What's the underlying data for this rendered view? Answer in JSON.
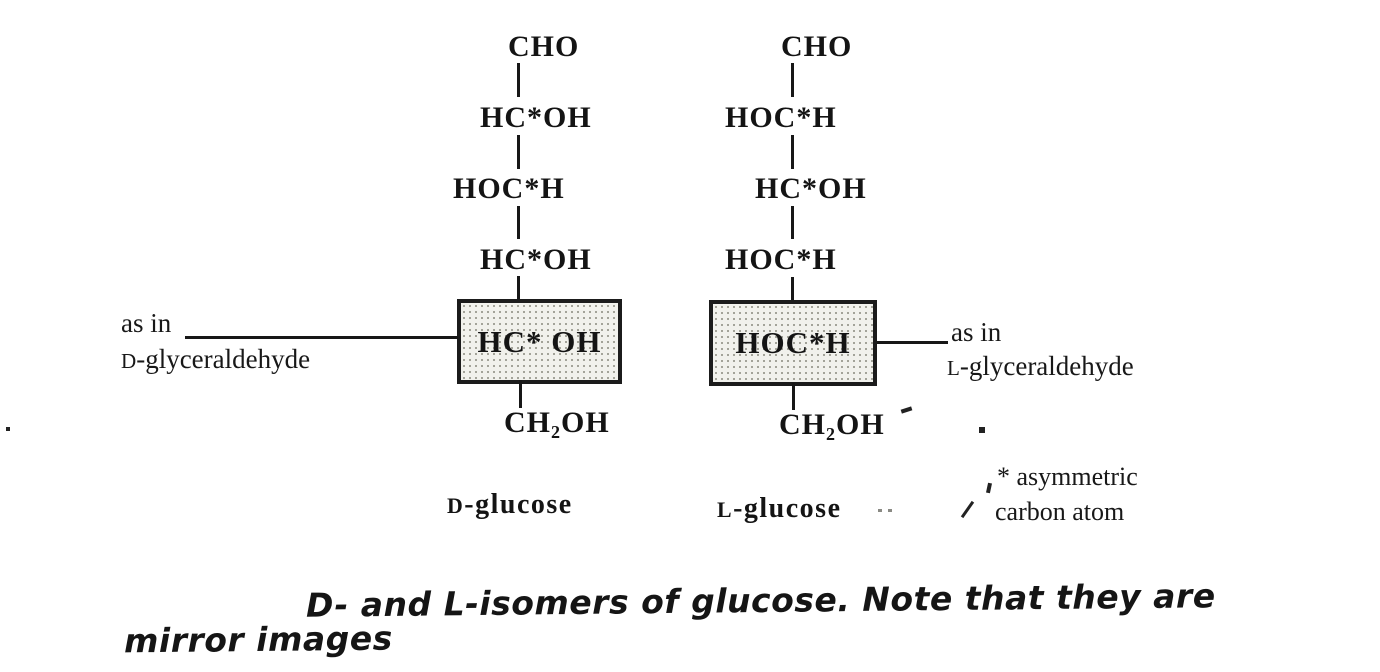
{
  "molecules": {
    "left": {
      "rows": [
        "CHO",
        "HC*OH",
        "HOC*H",
        "HC*OH"
      ],
      "boxed_row": "HC* OH",
      "bottom_row": "CH₂OH",
      "annotation": {
        "as_in": "as in",
        "prefix": "D",
        "rest": "-glyceraldehyde"
      },
      "name": {
        "prefix": "D",
        "rest": "-glucose"
      }
    },
    "right": {
      "rows": [
        "CHO",
        "HOC*H",
        "HC*OH",
        "HOC*H"
      ],
      "boxed_row": "HOC*H",
      "bottom_row": "CH₂OH",
      "annotation": {
        "as_in": "as in",
        "prefix": "L",
        "rest": "-glyceraldehyde"
      },
      "name": {
        "prefix": "L",
        "rest": "-glucose"
      }
    }
  },
  "footnote": {
    "line1": "* asymmetric",
    "line2": "carbon atom"
  },
  "caption": {
    "line1": "D- and L-isomers of glucose. Note that they are",
    "line2": "mirror images"
  },
  "colors": {
    "ink": "#141414",
    "paper": "#ffffff",
    "box_fill": "#f1f1ec",
    "box_stipple": "#a3a399"
  }
}
